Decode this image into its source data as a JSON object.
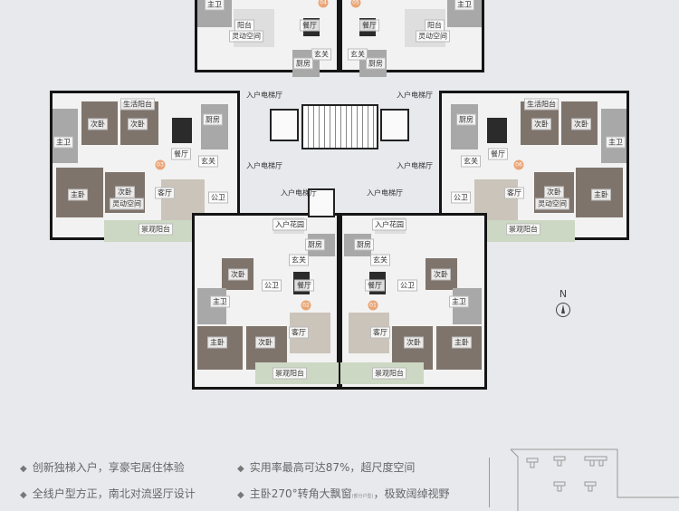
{
  "units": {
    "u03": {
      "number": "03",
      "rooms": {
        "life_balcony": "生活阳台",
        "bedroom_a": "次卧",
        "bedroom_b": "次卧",
        "master_bath": "主卫",
        "kitchen": "厨房",
        "dining": "餐厅",
        "foyer": "玄关",
        "master_bedroom": "主卧",
        "bedroom_c": "次卧",
        "flex_space": "灵动空间",
        "living": "客厅",
        "public_bath": "公卫",
        "view_balcony": "景观阳台"
      }
    },
    "u06": {
      "number": "06",
      "rooms": {
        "life_balcony": "生活阳台",
        "bedroom_a": "次卧",
        "bedroom_b": "次卧",
        "master_bath": "主卫",
        "kitchen": "厨房",
        "dining": "餐厅",
        "foyer": "玄关",
        "master_bedroom": "主卧",
        "bedroom_c": "次卧",
        "flex_space": "灵动空间",
        "living": "客厅",
        "public_bath": "公卫",
        "view_balcony": "景观阳台"
      }
    },
    "u02": {
      "number": "02",
      "rooms": {
        "entry_garden": "入户花园",
        "kitchen": "厨房",
        "foyer": "玄关",
        "bedroom_a": "次卧",
        "public_bath": "公卫",
        "dining": "餐厅",
        "master_bath": "主卫",
        "living": "客厅",
        "master_bedroom": "主卧",
        "bedroom_b": "次卧",
        "view_balcony": "景观阳台"
      }
    },
    "u01": {
      "number": "01",
      "rooms": {
        "entry_garden": "入户花园",
        "kitchen": "厨房",
        "foyer": "玄关",
        "bedroom_a": "次卧",
        "public_bath": "公卫",
        "dining": "餐厅",
        "master_bath": "主卫",
        "living": "客厅",
        "master_bedroom": "主卧",
        "bedroom_b": "次卧",
        "view_balcony": "景观阳台"
      }
    },
    "u04": {
      "number": "04",
      "rooms": {
        "master_bath": "主卫",
        "balcony": "阳台",
        "flex_space": "灵动空间",
        "dining": "餐厅",
        "foyer": "玄关",
        "kitchen": "厨房"
      }
    },
    "u05": {
      "number": "05",
      "rooms": {
        "master_bath": "主卫",
        "balcony": "阳台",
        "flex_space": "灵动空间",
        "dining": "餐厅",
        "foyer": "玄关",
        "kitchen": "厨房"
      }
    }
  },
  "core": {
    "lobby_1": "入户电梯厅",
    "lobby_2": "入户电梯厅",
    "lobby_3": "入户电梯厅",
    "lobby_4": "入户电梯厅",
    "lobby_5": "入户电梯厅",
    "lobby_6": "入户电梯厅"
  },
  "compass": {
    "north": "N"
  },
  "features": [
    {
      "text": "创新独梯入户，享豪宅居住体验"
    },
    {
      "text": "全线户型方正，南北对流竖厅设计"
    },
    {
      "text": "实用率最高可达87%，超尺度空间"
    },
    {
      "text": "主卧270°转角大飘窗",
      "note": "(部分户型)",
      "text2": "，极致阔绰视野"
    }
  ],
  "colors": {
    "background": "#e7e9ec",
    "bedroom": "#7f746c",
    "badge": "#e9a677",
    "balcony_green": "#cdd8c4"
  }
}
